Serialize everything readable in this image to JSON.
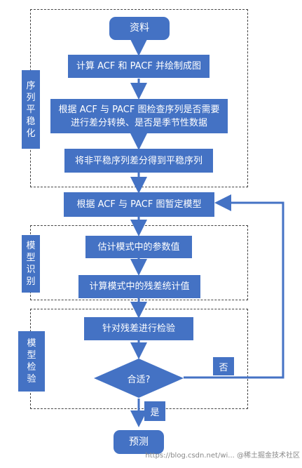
{
  "nodes": {
    "data": "资料",
    "acf_pacf_plot": "计算 ACF 和 PACF 并绘制成图",
    "check_series": "根据 ACF 与 PACF 图检查序列是否需要\n进行差分转换、是否是季节性数据",
    "difference": "将非平稳序列差分得到平稳序列",
    "tentative_model": "根据 ACF 与 PACF 图暂定模型",
    "estimate_params": "估计模式中的参数值",
    "compute_residual_stats": "计算模式中的残差统计值",
    "residual_test": "针对残差进行检验",
    "suitable": "合适?",
    "forecast": "预测"
  },
  "groups": {
    "stationarize": "序\n列\n平\n稳\n化",
    "identify": "模\n型\n识\n别",
    "check": "模\n型\n检\n验"
  },
  "edge_labels": {
    "no": "否",
    "yes": "是"
  },
  "watermark": "https://blog.csdn.net/wi... @稀土掘金技术社区"
}
